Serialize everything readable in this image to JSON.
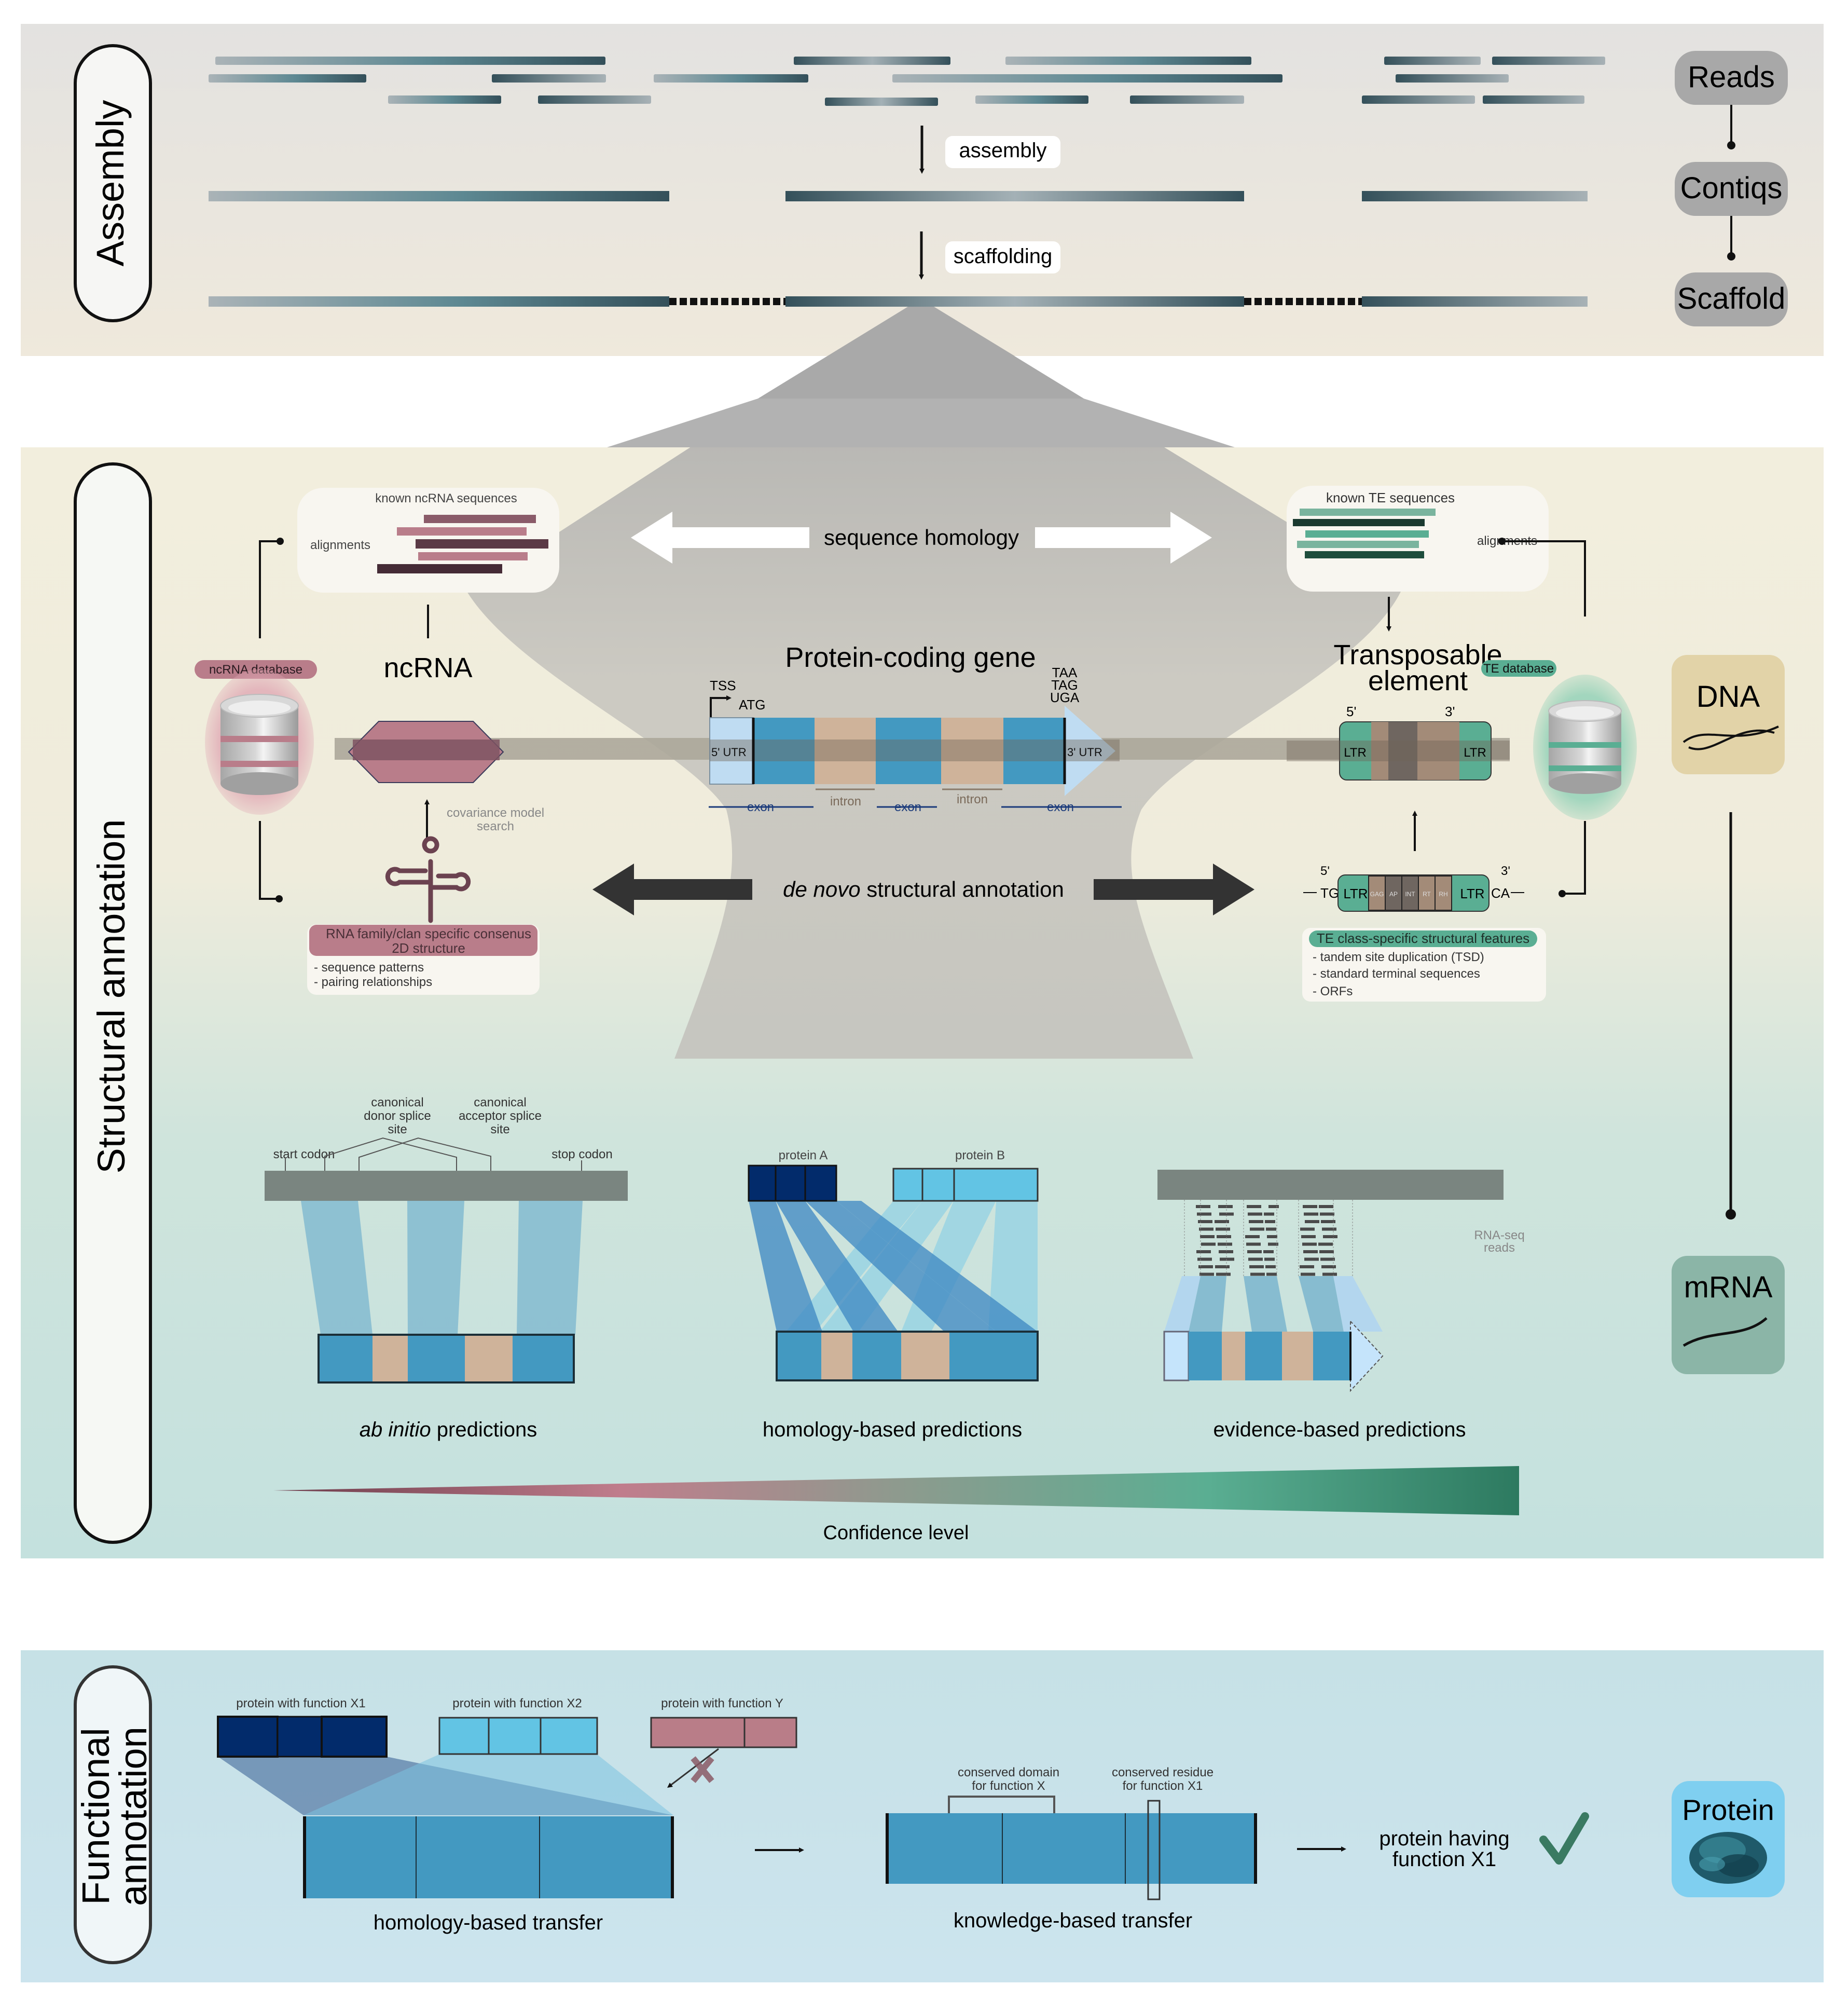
{
  "sections": {
    "assembly": {
      "title": "Assembly",
      "bg_top": "#e3e3e3",
      "bg_bottom": "#efe9dc"
    },
    "structural": {
      "title": "Structural annotation",
      "bg_top": "#f1eedd",
      "bg_bottom": "#c5e1dd"
    },
    "functional": {
      "title_line1": "Functional",
      "title_line2": "annotation",
      "bg": "#c9e2ea"
    }
  },
  "assembly": {
    "steps": [
      {
        "label": "Reads"
      },
      {
        "label": "Contiqs"
      },
      {
        "label": "Scaffold"
      }
    ],
    "arrow_assembly": "assembly",
    "arrow_scaffolding": "scaffolding"
  },
  "structural": {
    "sequence_homology": "sequence homology",
    "de_novo_italic": "de novo",
    "de_novo_rest": " structural annotation",
    "ncrna": {
      "title": "ncRNA",
      "database_label": "ncRNA database",
      "known_sequences": "known ncRNA sequences",
      "alignments": "alignments",
      "covariance_line1": "covariance model",
      "covariance_line2": "search",
      "consensus_line1": "RNA family/clan specific consenus",
      "consensus_line2": "2D structure",
      "features": [
        "- sequence patterns",
        "- pairing relationships"
      ]
    },
    "gene": {
      "title": "Protein-coding gene",
      "tss": "TSS",
      "atg": "ATG",
      "stop_codons": [
        "TAA",
        "TAG",
        "UGA"
      ],
      "utr5": "5' UTR",
      "utr3": "3' UTR",
      "exon": "exon",
      "intron": "intron"
    },
    "te": {
      "title_line1": "Transposable",
      "title_line2": "element",
      "database_label": "TE database",
      "known_sequences": "known TE sequences",
      "alignments": "alignments",
      "five_prime": "5'",
      "three_prime": "3'",
      "ltr": "LTR",
      "tg": "TG",
      "ca": "CA",
      "domains": [
        "GAG",
        "AP",
        "INT",
        "RT",
        "RH"
      ],
      "features_title": "TE class-specific structural features",
      "features": [
        "- tandem site duplication (TSD)",
        "- standard terminal sequences",
        "- ORFs"
      ]
    },
    "molecules": {
      "dna": "DNA",
      "mrna": "mRNA"
    },
    "predictions": {
      "ab_initio": {
        "label_italic": "ab initio",
        "label_rest": " predictions",
        "start_codon": "start codon",
        "stop_codon": "stop codon",
        "donor_line1": "canonical",
        "donor_line2": "donor splice",
        "donor_line3": "site",
        "acceptor_line1": "canonical",
        "acceptor_line2": "acceptor splice",
        "acceptor_line3": "site"
      },
      "homology": {
        "label": "homology-based predictions",
        "protein_a": "protein A",
        "protein_b": "protein B"
      },
      "evidence": {
        "label": "evidence-based predictions",
        "rnaseq_line1": "RNA-seq",
        "rnaseq_line2": "reads"
      }
    },
    "confidence_label": "Confidence level"
  },
  "functional": {
    "protein_x1": "protein with function X1",
    "protein_x2": "protein with function X2",
    "protein_y": "protein with function Y",
    "homology_transfer": "homology-based transfer",
    "knowledge_transfer": "knowledge-based transfer",
    "conserved_domain_line1": "conserved domain",
    "conserved_domain_line2": "for function X",
    "conserved_residue_line1": "conserved residue",
    "conserved_residue_line2": "for function X1",
    "result_line1": "protein having",
    "result_line2": "function X1",
    "protein_badge": "Protein"
  },
  "colors": {
    "exon": "#4399c1",
    "intron": "#cfb39a",
    "utr": "#bfdcf2",
    "ncrna": "#b97d8a",
    "ncrna_dark": "#5a3a45",
    "te_green": "#5aae93",
    "te_dark": "#1e3d33",
    "protein_dark": "#022b6b",
    "protein_light": "#62c4e4",
    "protein_y": "#b97d88",
    "check": "#3a7a62",
    "contig_dark": "#36525a",
    "contig_mid": "#5b8a94",
    "contig_light": "#a8b2b6"
  }
}
